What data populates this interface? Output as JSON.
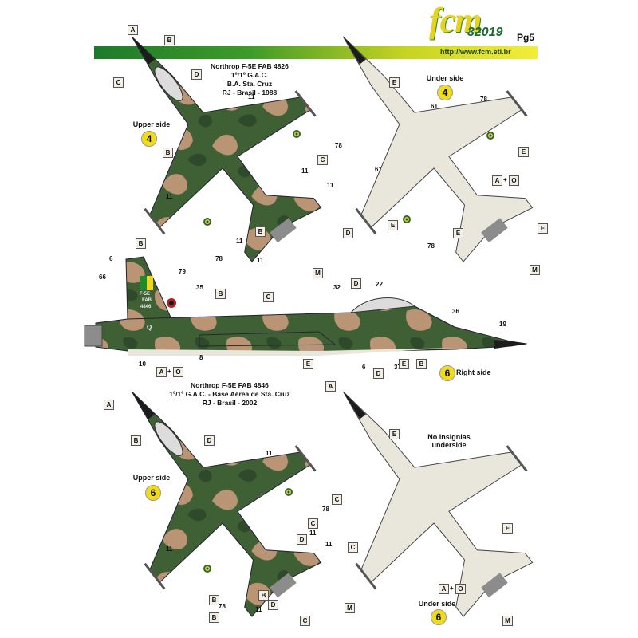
{
  "header": {
    "logo": "fcm",
    "catalog_number": "32019",
    "page": "Pg5",
    "url": "http://www.fcm.eti.br"
  },
  "colors": {
    "green": "#3f5f34",
    "tan": "#b99475",
    "dark_green": "#2f4a2a",
    "underside_grey": "#e9e6db",
    "scheme_badge": "#f1dc1c"
  },
  "aircraft1": {
    "caption_lines": [
      "Northrop F-5E FAB 4826",
      "1º/1º G.A.C.",
      "B.A. Sta. Cruz",
      "RJ - Brasil - 1988"
    ],
    "upper_label": "Upper side",
    "upper_scheme": "4",
    "under_label": "Under side",
    "under_scheme": "4"
  },
  "profile": {
    "label": "Right side",
    "scheme": "6",
    "tail_code": "F-5E",
    "tail_fab": "FAB",
    "tail_number": "4846",
    "fin_letter": "Q"
  },
  "aircraft2": {
    "caption_lines": [
      "Northrop F-5E FAB 4846",
      "1º/1º G.A.C. - Base Aérea de Sta. Cruz",
      "RJ - Brasil - 2002"
    ],
    "upper_label": "Upper side",
    "upper_scheme": "6",
    "under_label": "Under side",
    "under_scheme": "6",
    "note": "No insignias underside"
  },
  "callouts": {
    "a": "A",
    "b": "B",
    "c": "C",
    "d": "D",
    "e": "E",
    "m": "M",
    "o": "O",
    "plus": "+",
    "n6": "6",
    "n8": "8",
    "n10": "10",
    "n11": "11",
    "n19": "19",
    "n22": "22",
    "n32": "32",
    "n35": "35",
    "n36": "36",
    "n37": "37",
    "n61": "61",
    "n66": "66",
    "n78": "78",
    "n79": "79"
  }
}
